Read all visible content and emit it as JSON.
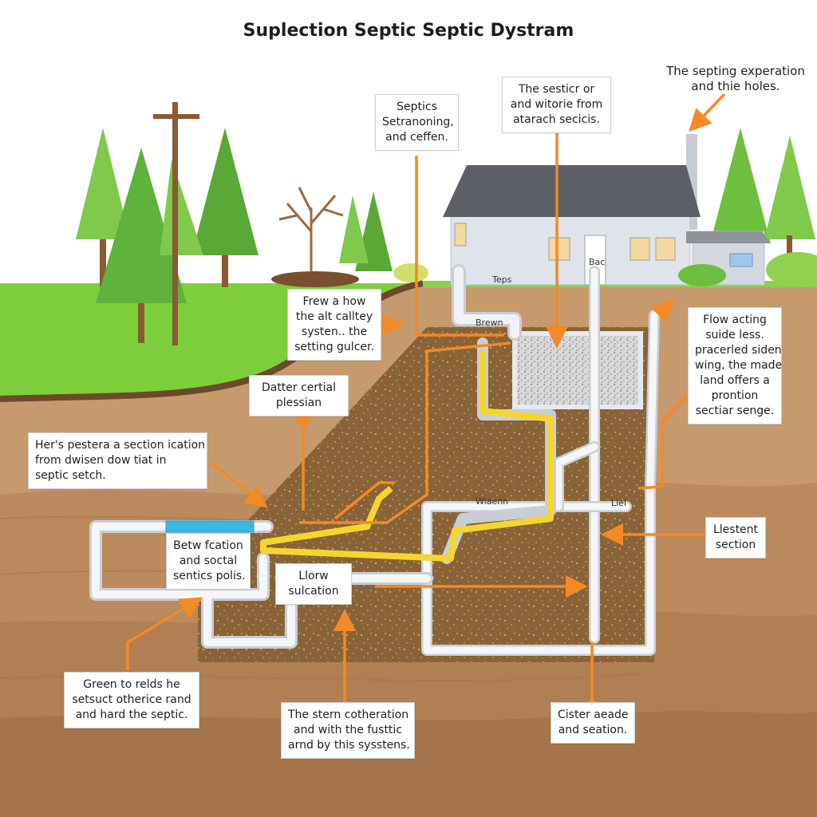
{
  "title": "Suplection Septic Septic Dystram",
  "colors": {
    "sky": "#ffffff",
    "grass": "#7ccf3a",
    "soil_top": "#c79a6e",
    "soil_mid": "#b9875a",
    "soil_deep": "#a8784c",
    "drain_field": "#8a6238",
    "gravel": "#dcdcdc",
    "pipe": "#eef0f2",
    "flow_yellow": "#f5d62e",
    "flow_blue": "#3fb7e6",
    "arrow_orange": "#f28a25",
    "house_wall": "#d9dde4",
    "roof": "#5d5f66",
    "tree": "#6fbf3f"
  },
  "callouts": {
    "top_right": [
      "The septing experation",
      "and thie holes."
    ],
    "top_middle": [
      "The sesticr or",
      "and witorie from",
      "atarach secicis."
    ],
    "top_left": [
      "Septics",
      "Setranoning,",
      "and ceffen."
    ],
    "frew": [
      "Frew a how",
      "the alt calltey",
      "systen.. the",
      "setting gulcer."
    ],
    "flow_acting": [
      "Flow acting",
      "suide less.",
      "pracerled siden",
      "wing, the made",
      "land offers a",
      "prontion",
      "sectiar senge."
    ],
    "datter": [
      "Datter certial",
      "plessian"
    ],
    "hers": [
      "Her's pestera a section ication",
      "from dwisen dow tiat in",
      "septic setch."
    ],
    "betw": [
      "Betw fcation",
      "and soctal",
      "sentics polis."
    ],
    "llorw": [
      "Llorw",
      "sulcation"
    ],
    "lestent": [
      "Llestent",
      "section"
    ],
    "green": [
      "Green to relds he",
      "setsuct otherice rand",
      "and hard the septic."
    ],
    "stern": [
      "The stern cotheration",
      "and with the fusttic",
      "arnd by this sysstens."
    ],
    "cister": [
      "Cister aeade",
      "and seation."
    ]
  },
  "tags": {
    "house_left": "Teps",
    "house_right": "Bac",
    "tank_inlet": "Brewn",
    "junction_top": "Wiaenn",
    "junction_right": "Liel"
  },
  "icons": {
    "house": "house-icon",
    "tree": "tree-icon",
    "utility_pole": "utility-pole-icon",
    "septic_tank": "septic-tank-icon",
    "pipe": "pipe-icon",
    "arrow": "arrow-icon"
  }
}
